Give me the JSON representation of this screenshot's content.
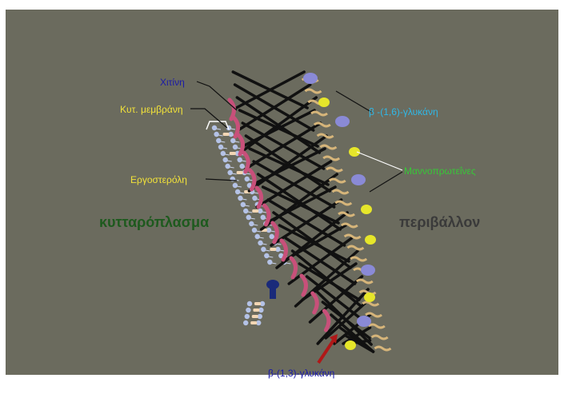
{
  "labels": {
    "chitin": "Χιτίνη",
    "cell_membrane": "Κυτ. μεμβράνη",
    "ergosterol": "Εργοστερόλη",
    "beta_16_glucan": "β -(1,6)-γλυκάνη",
    "mannoproteins": "Μαννοπρωτεΐνες",
    "cytoplasm": "κυτταρόπλασμα",
    "environment": "περιβάλλον",
    "beta_13_glucan": "β-(1,3)-γλυκάνη"
  },
  "colors": {
    "background": "#6b6b5e",
    "chitin_label": "#1a1aa8",
    "membrane_label": "#f2e23a",
    "ergosterol_label": "#f2e23a",
    "glucan16_label": "#2fb8e8",
    "mannoprotein_label": "#37c837",
    "cytoplasm_label": "#1e5a1e",
    "environment_label": "#3a3a3a",
    "glucan13_label": "#1a1aa8",
    "chitin_fiber": "#c8507a",
    "glucan_fiber": "#111111",
    "mannoprotein": "#8a8ad6",
    "yellow_protein": "#e6e62a",
    "beige_chain": "#d6b57a",
    "lipid_head": "#b4c2e6",
    "ergosterol_mol": "#f2d6b4",
    "arrow_red": "#b01818"
  }
}
